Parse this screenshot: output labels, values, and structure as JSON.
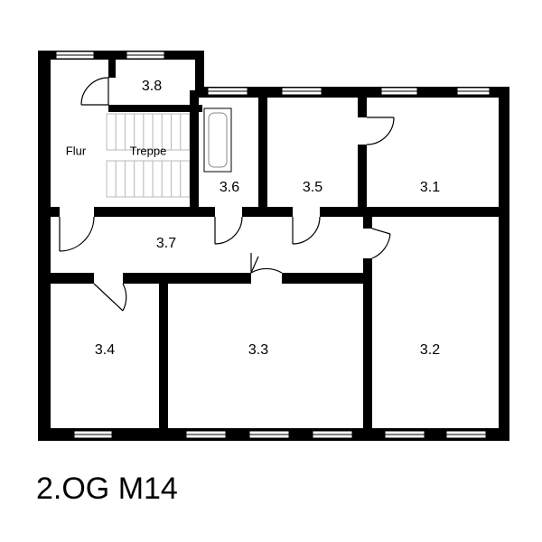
{
  "plan": {
    "title": "2.OG M14",
    "rooms": {
      "r3_1": "3.1",
      "r3_2": "3.2",
      "r3_3": "3.3",
      "r3_4": "3.4",
      "r3_5": "3.5",
      "r3_6": "3.6",
      "r3_7": "3.7",
      "r3_8": "3.8",
      "flur": "Flur",
      "treppe": "Treppe"
    }
  },
  "colors": {
    "wall": "#000000",
    "background": "#ffffff",
    "stair": "#bbbbbb"
  }
}
